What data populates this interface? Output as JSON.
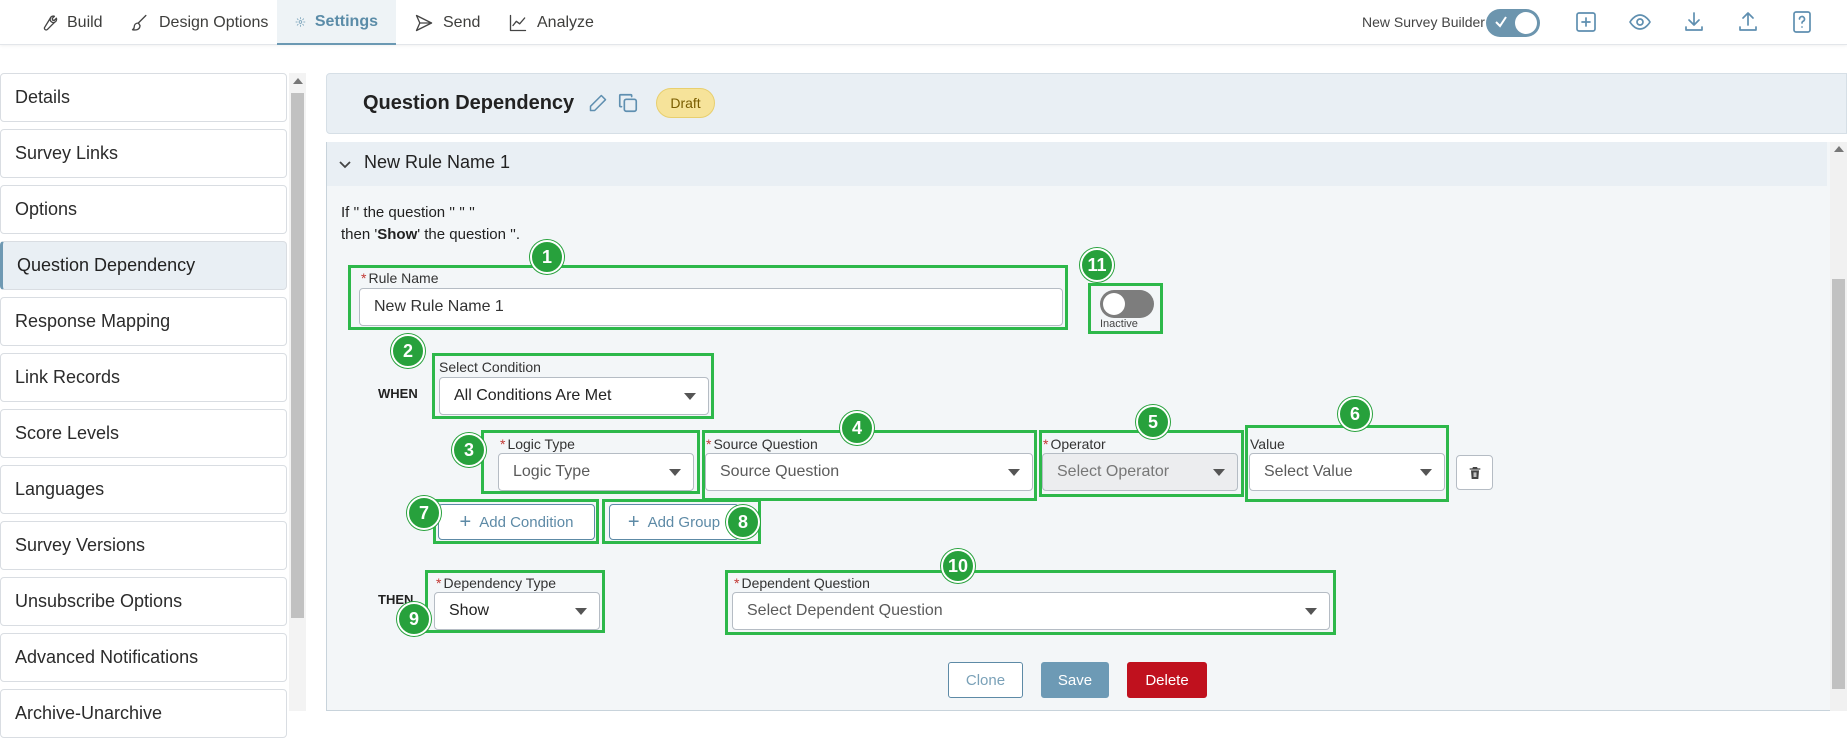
{
  "nav": {
    "tabs": [
      {
        "label": "Build",
        "icon": "wrench-icon"
      },
      {
        "label": "Design Options",
        "icon": "brush-icon"
      },
      {
        "label": "Settings",
        "icon": "gear-icon",
        "active": true
      },
      {
        "label": "Send",
        "icon": "send-icon"
      },
      {
        "label": "Analyze",
        "icon": "chart-line-icon"
      }
    ],
    "new_survey_builder_label": "New Survey Builder",
    "new_survey_builder_on": true,
    "right_icons": [
      "add-square-icon",
      "eye-icon",
      "download-icon",
      "upload-icon",
      "help-icon"
    ]
  },
  "sidebar": {
    "items": [
      {
        "label": "Details"
      },
      {
        "label": "Survey Links"
      },
      {
        "label": "Options"
      },
      {
        "label": "Question Dependency",
        "active": true
      },
      {
        "label": "Response Mapping"
      },
      {
        "label": "Link Records"
      },
      {
        "label": "Score Levels"
      },
      {
        "label": "Languages"
      },
      {
        "label": "Survey Versions"
      },
      {
        "label": "Unsubscribe Options"
      },
      {
        "label": "Advanced Notifications"
      },
      {
        "label": "Archive-Unarchive"
      }
    ]
  },
  "header": {
    "title": "Question Dependency",
    "badge": "Draft"
  },
  "rule": {
    "name": "New Rule Name 1",
    "summary_line1": "If '' the question '' '' ''",
    "summary_line2_pre": "then '",
    "summary_line2_action": "Show",
    "summary_line2_post": "' the question ''.",
    "rule_name_label": "Rule Name",
    "rule_name_value": "New Rule Name 1",
    "status_label": "Inactive",
    "active": false,
    "when_label": "WHEN",
    "then_label": "THEN",
    "select_condition_label": "Select Condition",
    "select_condition_value": "All Conditions Are Met",
    "logic_type_label": "Logic Type",
    "logic_type_placeholder": "Logic Type",
    "source_question_label": "Source Question",
    "source_question_placeholder": "Source Question",
    "operator_label": "Operator",
    "operator_placeholder": "Select Operator",
    "value_label": "Value",
    "value_placeholder": "Select Value",
    "add_condition_label": "Add Condition",
    "add_group_label": "Add Group",
    "dependency_type_label": "Dependency Type",
    "dependency_type_value": "Show",
    "dependent_question_label": "Dependent Question",
    "dependent_question_placeholder": "Select Dependent Question"
  },
  "actions": {
    "clone": "Clone",
    "save": "Save",
    "delete": "Delete"
  },
  "annotations": [
    "1",
    "2",
    "3",
    "4",
    "5",
    "6",
    "7",
    "8",
    "9",
    "10",
    "11"
  ],
  "colors": {
    "accent": "#6b99b3",
    "highlight": "#2db84a",
    "badge_bg": "#f6e39a",
    "delete": "#c0111e"
  }
}
